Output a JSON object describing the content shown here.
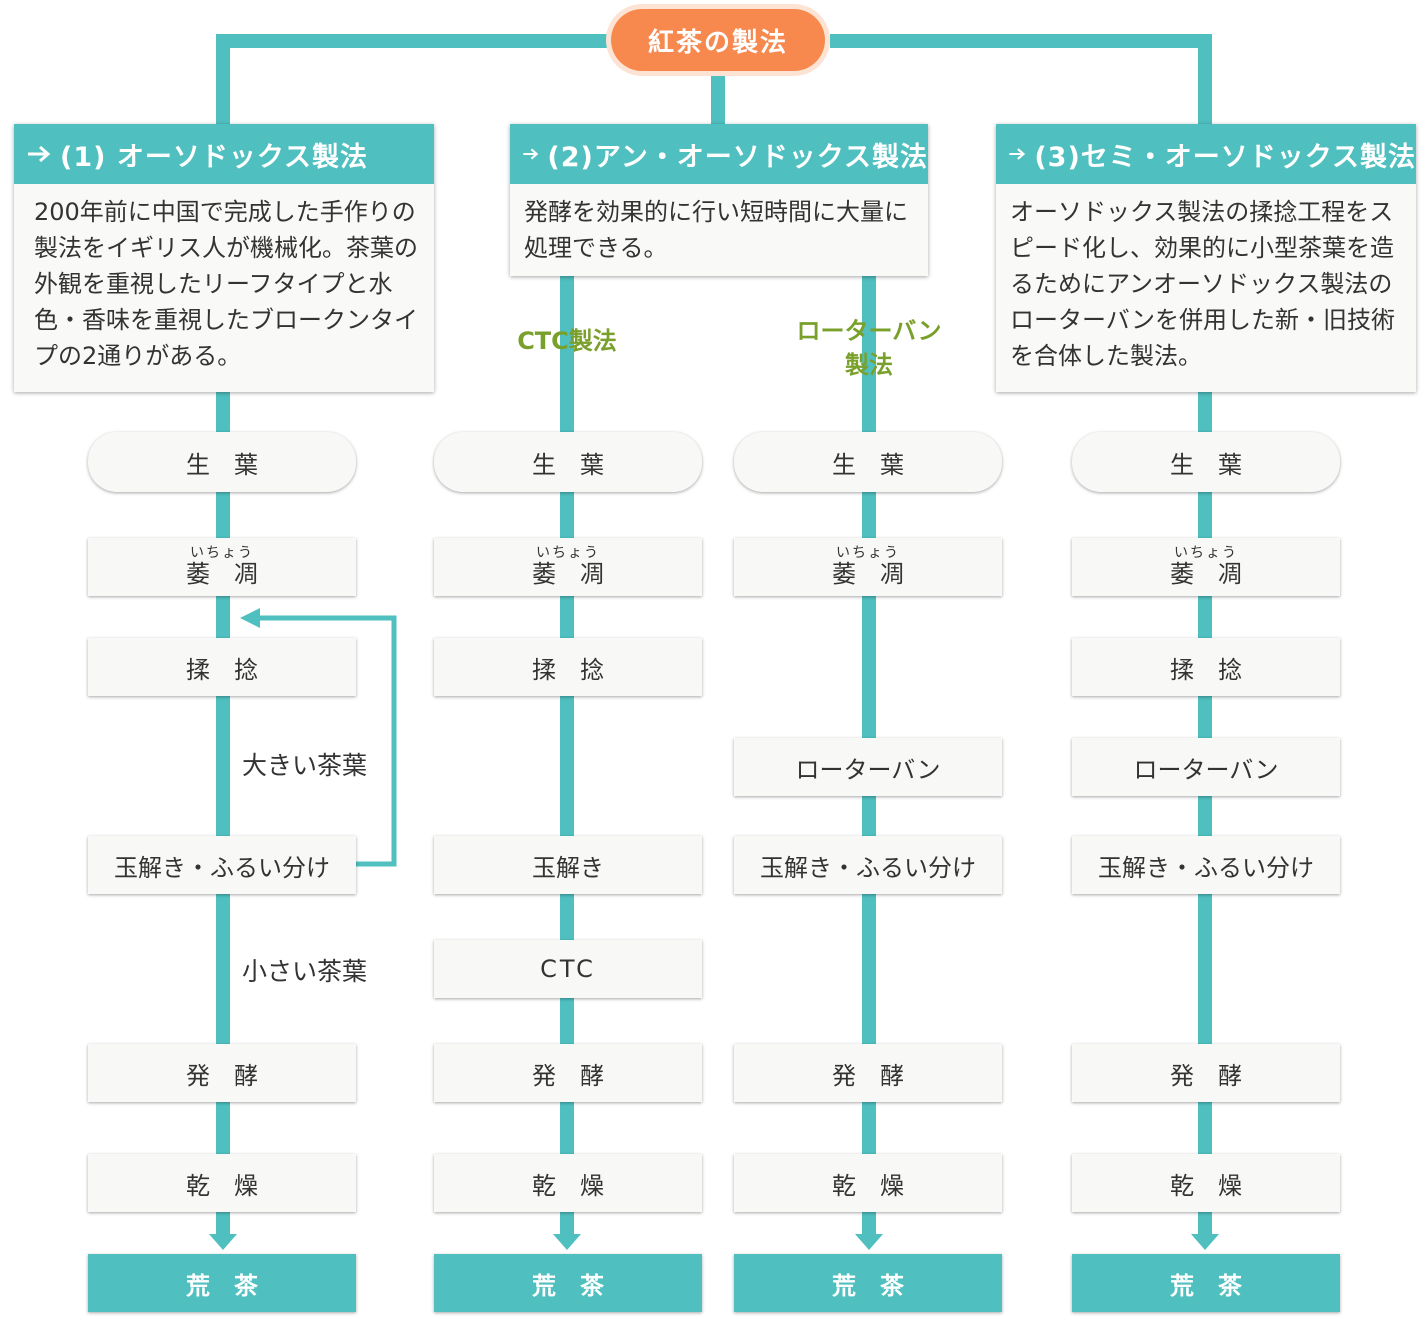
{
  "root": {
    "label": "紅茶の製法"
  },
  "methods": [
    {
      "title": "(1) オーソドックス製法",
      "desc": "200年前に中国で完成した手作りの製法をイギリス人が機械化。茶葉の外観を重視したリーフタイプと水色・香味を重視したブロークンタイプの2通りがある。"
    },
    {
      "title": "(2)アン・オーソドックス製法",
      "desc": "発酵を効果的に行い短時間に大量に処理できる。",
      "sub_methods": [
        "CTC製法",
        "ローターバン製法"
      ]
    },
    {
      "title": "(3)セミ・オーソドックス製法",
      "desc": "オーソドックス製法の揉捻工程をスピード化し、効果的に小型茶葉を造るためにアンオーソドックス製法のローターバンを併用した新・旧技術を合体した製法。"
    }
  ],
  "columns": {
    "orthodox": {
      "steps": [
        "生　葉",
        "萎　凋",
        "揉　捻",
        "玉解き・ふるい分け",
        "発　酵",
        "乾　燥",
        "荒　茶"
      ]
    },
    "ctc": {
      "steps": [
        "生　葉",
        "萎　凋",
        "揉　捻",
        "玉解き",
        "CTC",
        "発　酵",
        "乾　燥",
        "荒　茶"
      ]
    },
    "rotorvane": {
      "steps": [
        "生　葉",
        "萎　凋",
        "ローターバン",
        "玉解き・ふるい分け",
        "発　酵",
        "乾　燥",
        "荒　茶"
      ]
    },
    "semi": {
      "steps": [
        "生　葉",
        "萎　凋",
        "揉　捻",
        "ローターバン",
        "玉解き・ふるい分け",
        "発　酵",
        "乾　燥",
        "荒　茶"
      ]
    }
  },
  "ruby": {
    "ichou": "いちょう"
  },
  "notes": {
    "large_leaf": "大きい茶葉",
    "small_leaf": "小さい茶葉"
  },
  "colors": {
    "teal": "#4fbfbf",
    "orange": "#f7894f",
    "green": "#7aa02c"
  }
}
